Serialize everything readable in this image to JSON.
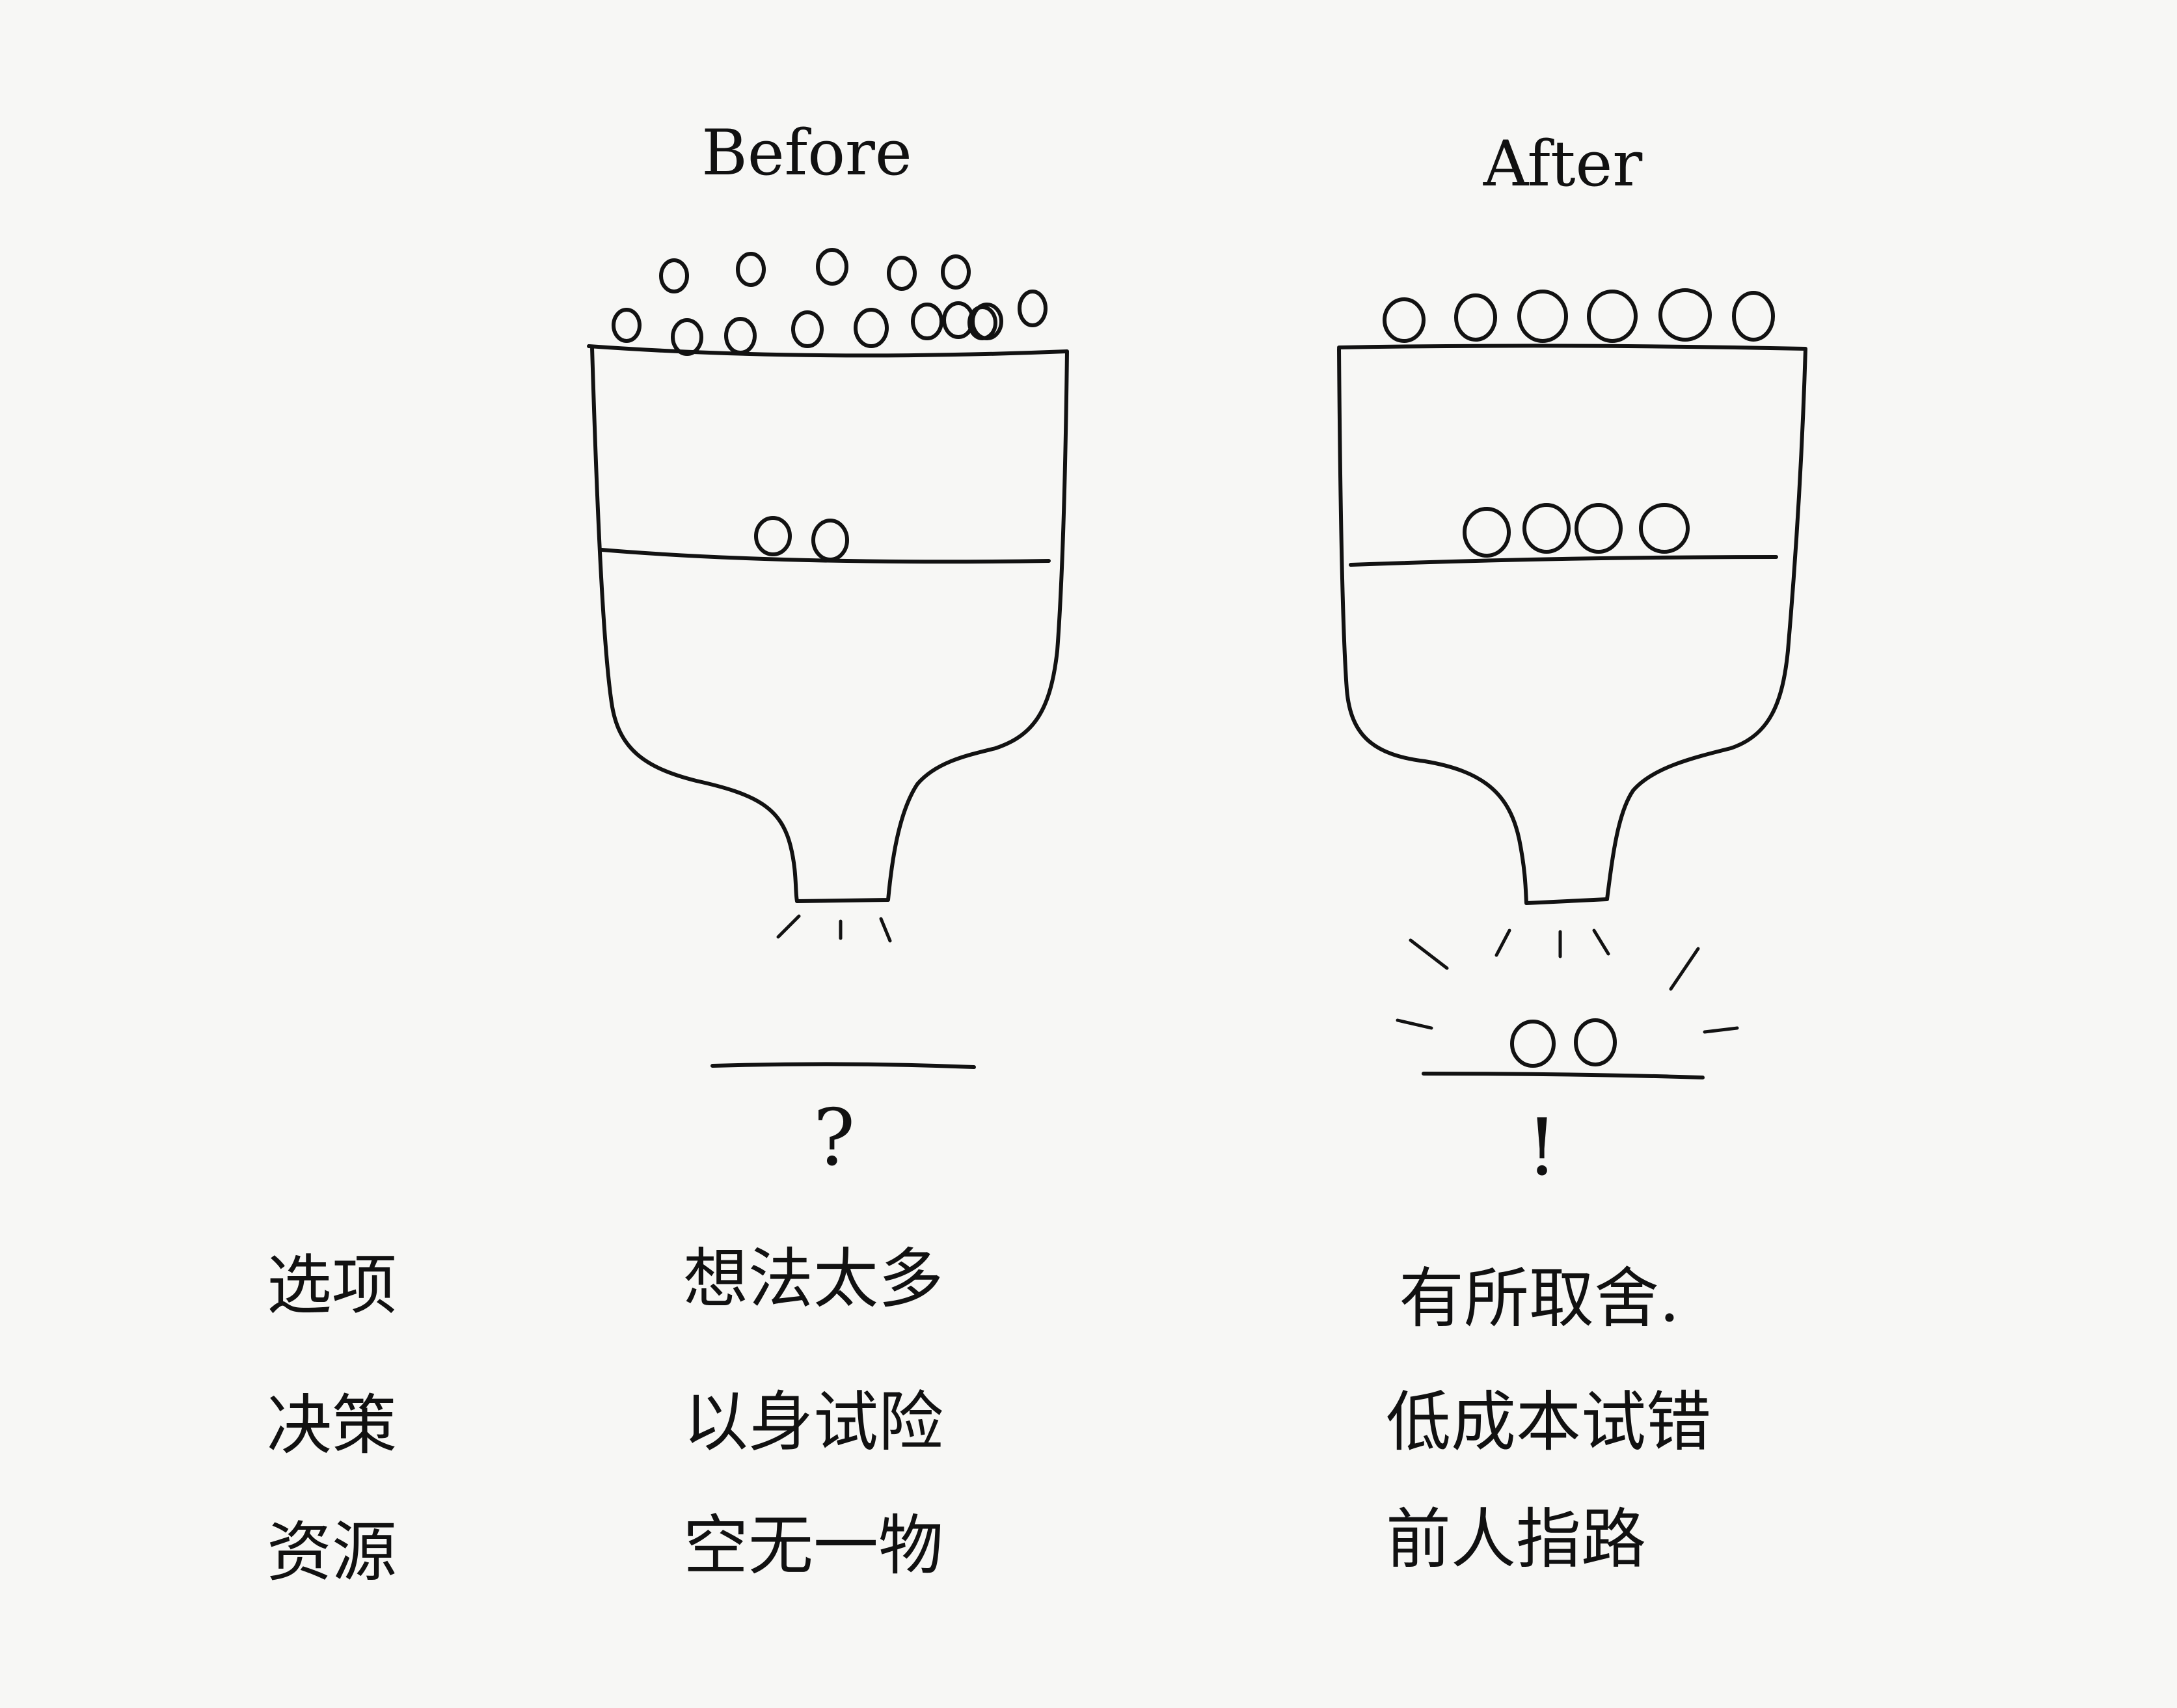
{
  "before": {
    "title": "Before",
    "result_mark": "?",
    "ideas": "想法太多",
    "decision": "以身试险",
    "resources": "空无一物",
    "top_ball_count": 15,
    "middle_ball_count": 2,
    "output_ball_count": 0
  },
  "after": {
    "title": "After",
    "result_mark": "!",
    "ideas": "有所取舍.",
    "decision": "低成本试错",
    "resources": "前人指路",
    "top_ball_count": 6,
    "middle_ball_count": 4,
    "output_ball_count": 2
  },
  "row_labels": {
    "options": "选项",
    "decision": "决策",
    "resources": "资源"
  }
}
